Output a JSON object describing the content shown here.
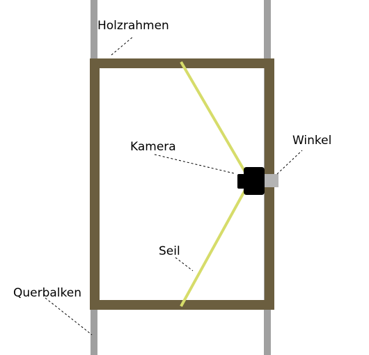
{
  "labels": {
    "frame": "Holzrahmen",
    "camera": "Kamera",
    "bracket": "Winkel",
    "rope": "Seil",
    "crossbeam": "Querbalken"
  },
  "colors": {
    "background": "#ffffff",
    "frame": "#6b5e3f",
    "posts": "#a0a0a0",
    "rope": "#d6dc6a",
    "camera": "#000000",
    "bracket": "#b4b4b4"
  }
}
